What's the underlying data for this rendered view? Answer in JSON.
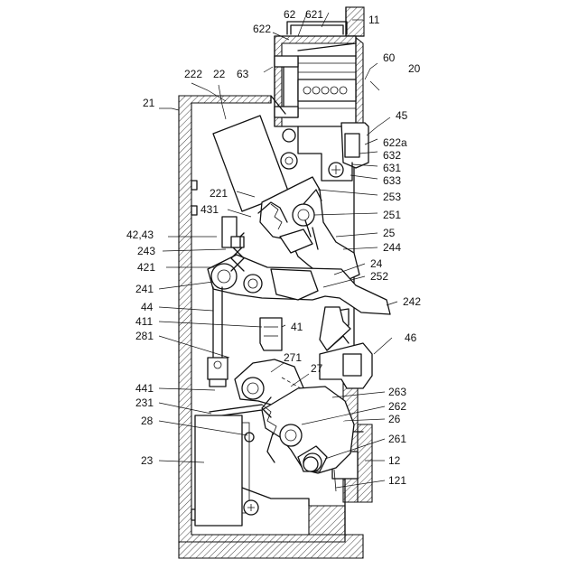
{
  "refs": {
    "r11": "11",
    "r60": "60",
    "r20": "20",
    "r62": "62",
    "r621": "621",
    "r622": "622",
    "r63": "63",
    "r222": "222",
    "r22": "22",
    "r21": "21",
    "r45": "45",
    "r622a": "622a",
    "r632": "632",
    "r631": "631",
    "r633": "633",
    "r253": "253",
    "r221": "221",
    "r431": "431",
    "r251": "251",
    "r4243": "42,43",
    "r25": "25",
    "r243": "243",
    "r244": "244",
    "r421": "421",
    "r24": "24",
    "r252": "252",
    "r241": "241",
    "r242": "242",
    "r44": "44",
    "r411": "411",
    "r41": "41",
    "r281": "281",
    "r46": "46",
    "r271": "271",
    "r27": "27",
    "r441": "441",
    "r263": "263",
    "r231": "231",
    "r262": "262",
    "r28": "28",
    "r26": "26",
    "r261": "261",
    "r23": "23",
    "r12": "12",
    "r121": "121"
  }
}
